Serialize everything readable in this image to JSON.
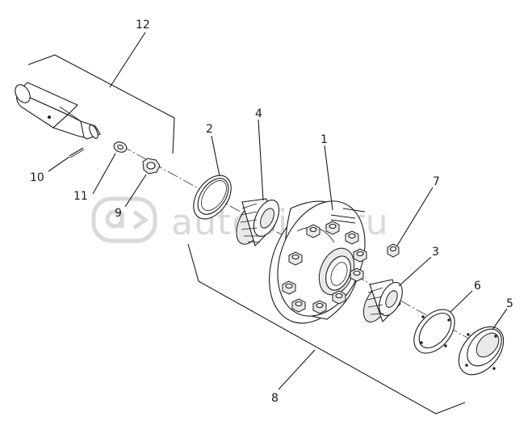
{
  "watermark": {
    "text": "autopiter.ru"
  },
  "callouts": {
    "c1": "1",
    "c2": "2",
    "c3": "3",
    "c4": "4",
    "c5": "5",
    "c6": "6",
    "c7": "7",
    "c8": "8",
    "c9": "9",
    "c10": "10",
    "c11": "11",
    "c12": "12"
  }
}
